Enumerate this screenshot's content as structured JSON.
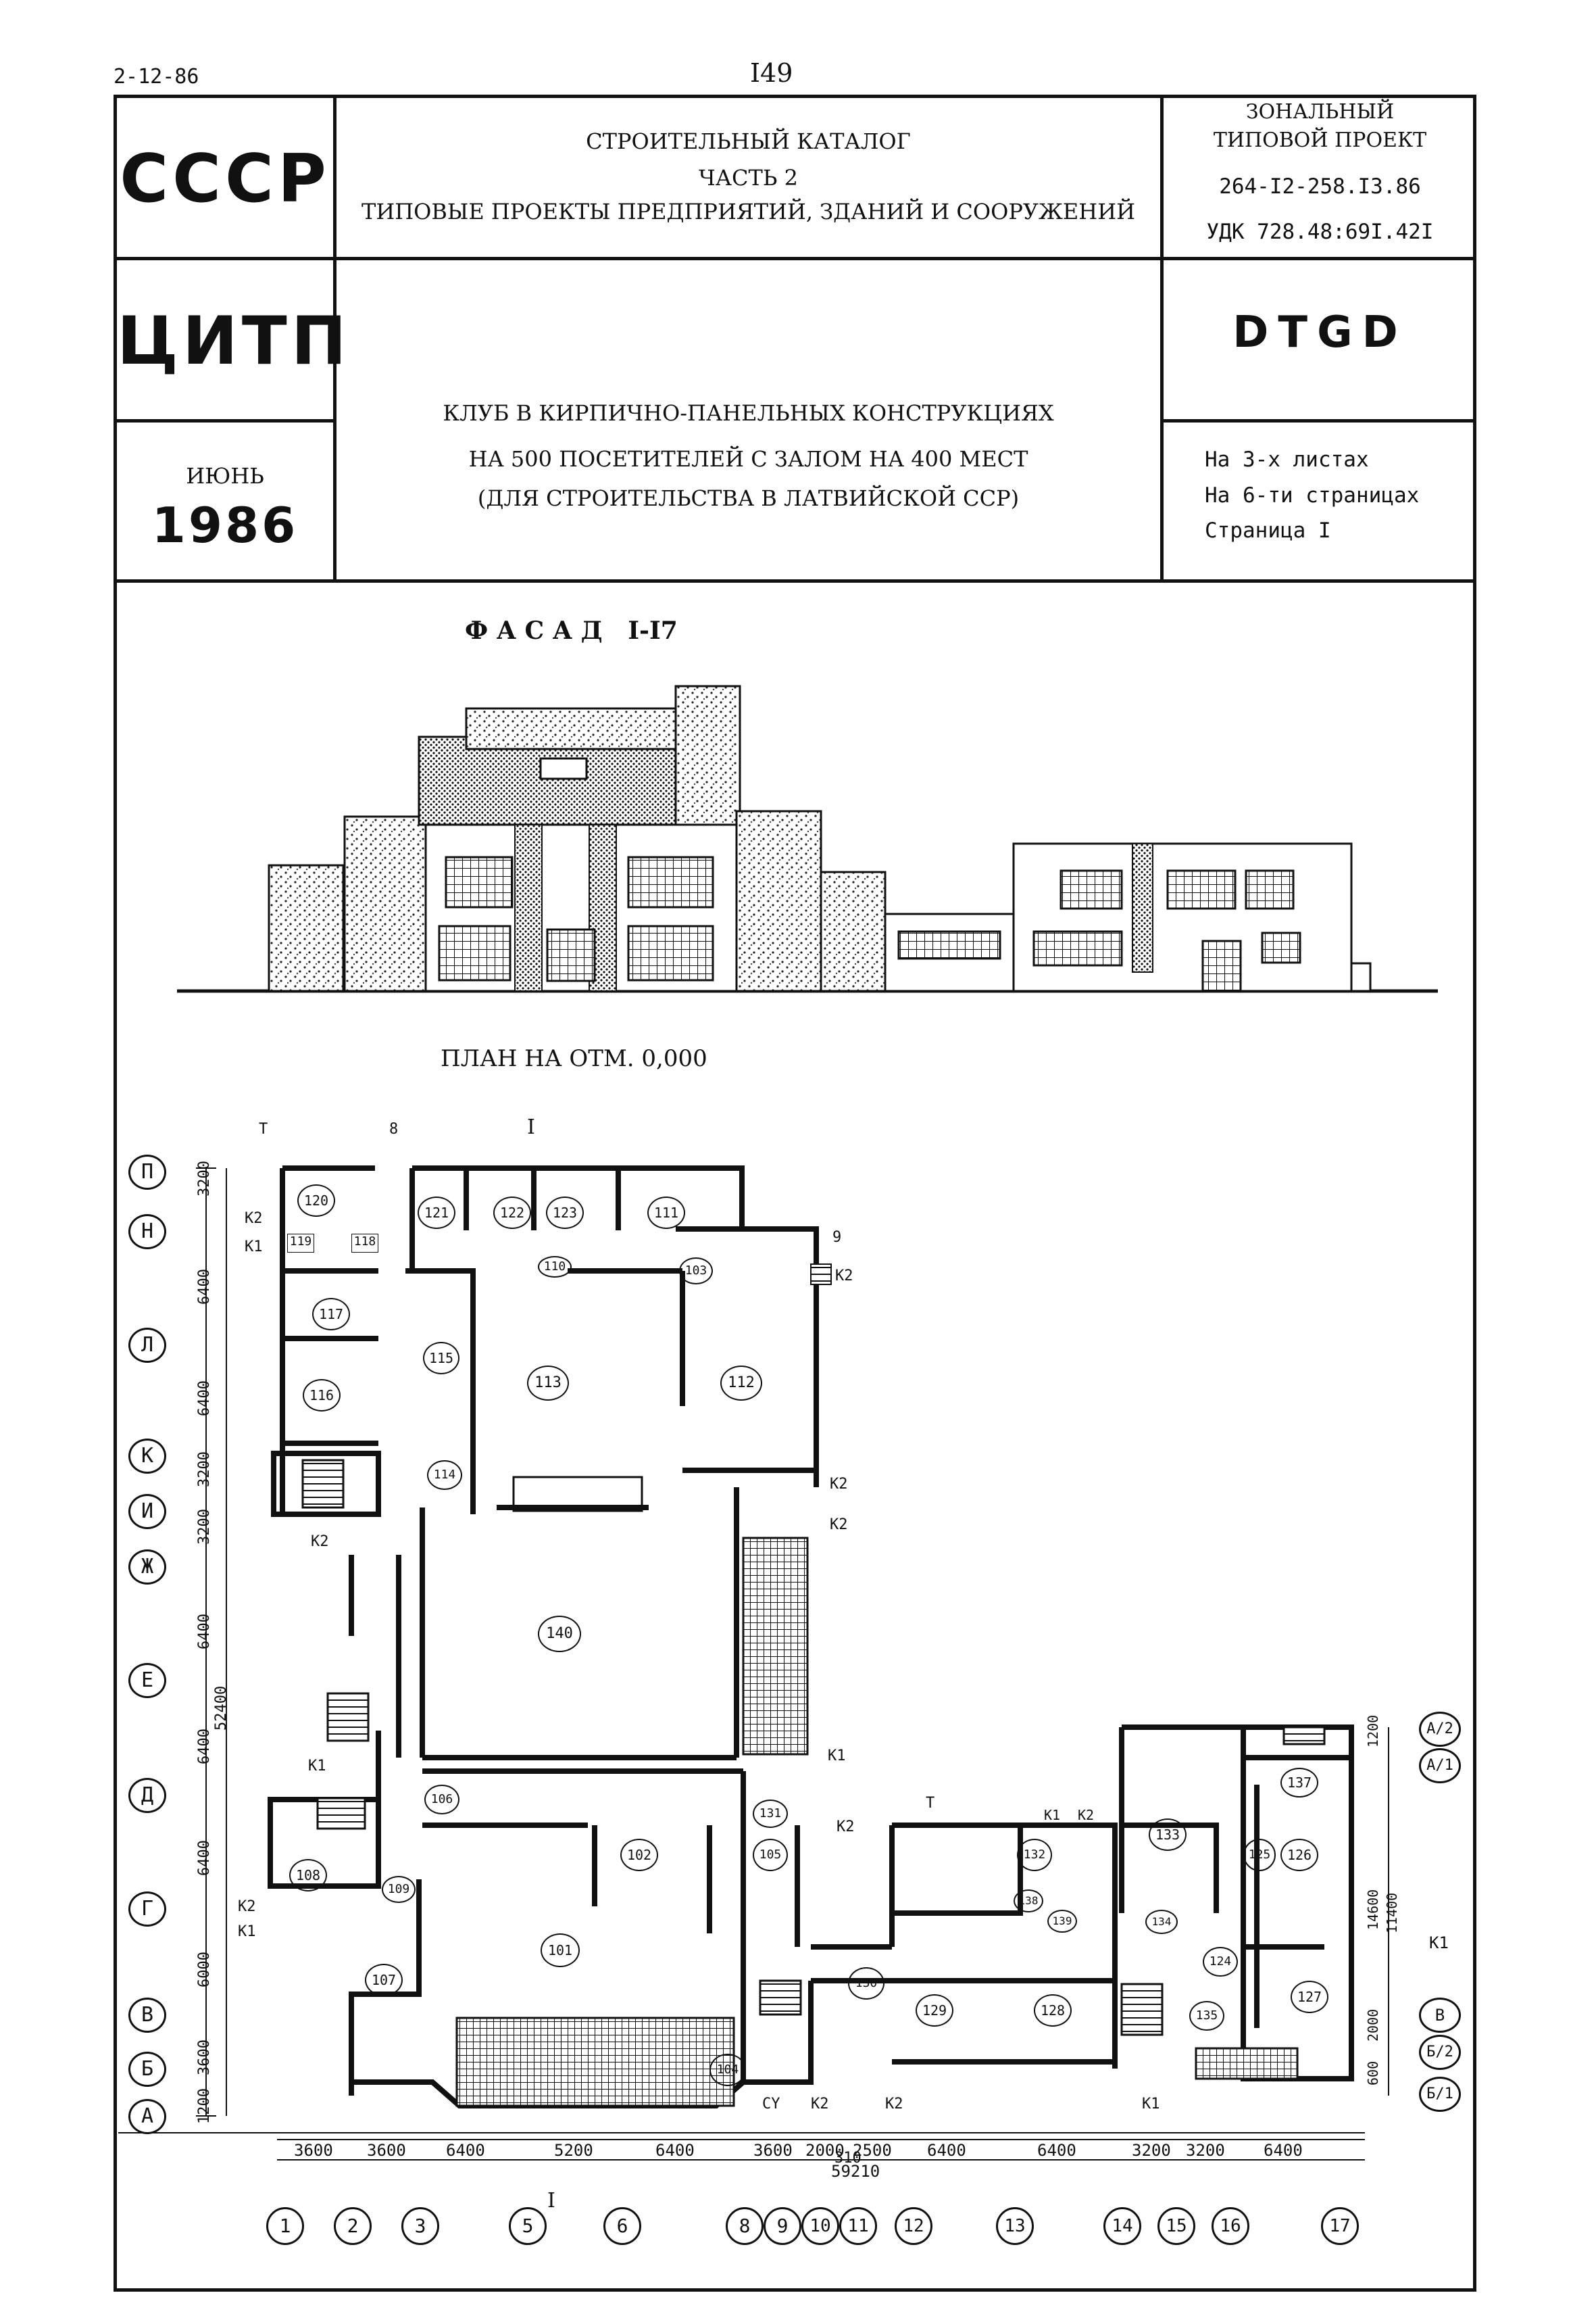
{
  "top": {
    "doc_code": "2-12-86",
    "page_number": "I49"
  },
  "header": {
    "country": "СССР",
    "org": "ЦИТП",
    "month": "ИЮНЬ",
    "year": "1986",
    "catalog_title": "СТРОИТЕЛЬНЫЙ КАТАЛОГ",
    "catalog_part": "ЧАСТЬ 2",
    "catalog_subtitle": "ТИПОВЫЕ ПРОЕКТЫ ПРЕДПРИЯТИЙ, ЗДАНИЙ И СООРУЖЕНИЙ",
    "project_kind_1": "ЗОНАЛЬНЫЙ",
    "project_kind_2": "ТИПОВОЙ ПРОЕКТ",
    "project_number": "264-I2-258.I3.86",
    "udk": "УДК 728.48:69I.42I",
    "stamp": "DTGD",
    "object_line_1": "КЛУБ В КИРПИЧНО-ПАНЕЛЬНЫХ КОНСТРУКЦИЯХ",
    "object_line_2": "НА 500 ПОСЕТИТЕЛЕЙ С ЗАЛОМ НА 400 МЕСТ",
    "object_line_3": "(ДЛЯ СТРОИТЕЛЬСТВА В ЛАТВИЙСКОЙ ССР)",
    "sheets": "На 3-х листах",
    "pages": "На 6-ти страницах",
    "page": "Страница I"
  },
  "drawing": {
    "facade_title": "Ф А С А Д   I-I7",
    "plan_title": "ПЛАН НА ОТМ. 0,000",
    "row_axes": [
      "П",
      "Н",
      "Л",
      "К",
      "И",
      "Ж",
      "Е",
      "Д",
      "Г",
      "В",
      "Б",
      "А"
    ],
    "row_dims": [
      "3200",
      "6400",
      "6400",
      "3200",
      "3200",
      "6400",
      "6400",
      "6400",
      "6000",
      "3600",
      "1200"
    ],
    "total_height": "52400",
    "column_axes": [
      "1",
      "2",
      "3",
      "5",
      "6",
      "8",
      "9",
      "10",
      "11",
      "12",
      "13",
      "14",
      "15",
      "16",
      "17"
    ],
    "column_dims": [
      "3600",
      "3600",
      "6400",
      "5200",
      "6400",
      "3600",
      "2000",
      "2500",
      "6400",
      "6400",
      "3200",
      "3200",
      "6400"
    ],
    "total_width": "59210",
    "right_axes": [
      "А/2",
      "А/1",
      "В",
      "Б/2",
      "Б/1"
    ],
    "right_dims": [
      "1200",
      "14600",
      "2000",
      "600"
    ],
    "right_dim_extra": "11400",
    "rooms": [
      "120",
      "121",
      "122",
      "123",
      "111",
      "119",
      "118",
      "110",
      "103",
      "117",
      "115",
      "113",
      "112",
      "116",
      "114",
      "140",
      "106",
      "102",
      "105",
      "131",
      "108",
      "109",
      "101",
      "107",
      "130",
      "129",
      "128",
      "133",
      "126",
      "137",
      "132",
      "138",
      "139",
      "134",
      "124",
      "125",
      "135",
      "127",
      "104"
    ],
    "markers": [
      "I",
      "T",
      "8",
      "9",
      "K1",
      "K2",
      "CY",
      "310"
    ]
  }
}
